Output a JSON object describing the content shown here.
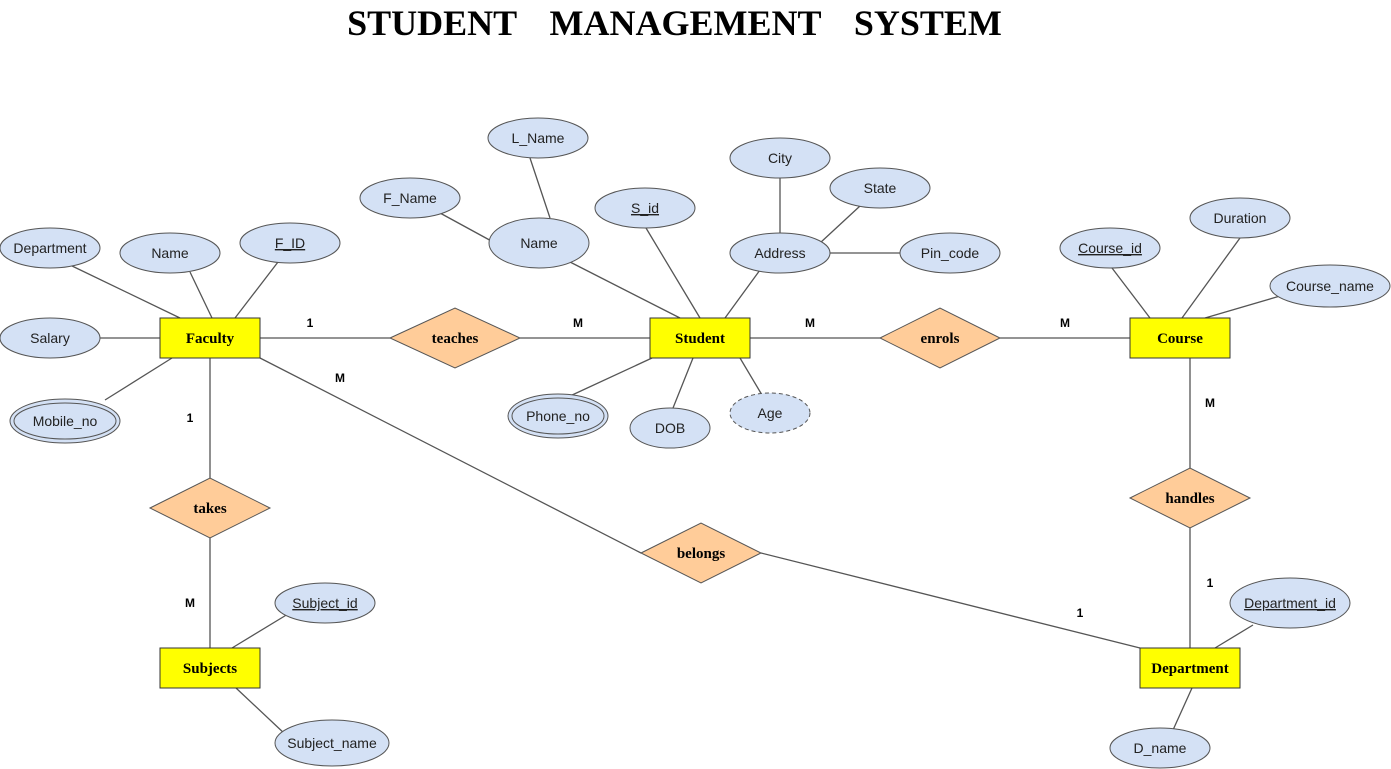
{
  "title": "STUDENT   MANAGEMENT   SYSTEM",
  "colors": {
    "entity_fill": "#ffff00",
    "relationship_fill": "#ffcc99",
    "attribute_fill": "#d4e1f5",
    "edge": "#555555"
  },
  "entities": {
    "faculty": "Faculty",
    "student": "Student",
    "course": "Course",
    "subjects": "Subjects",
    "department": "Department"
  },
  "relationships": {
    "teaches": "teaches",
    "enrols": "enrols",
    "takes": "takes",
    "belongs": "belongs",
    "handles": "handles"
  },
  "attributes": {
    "faculty_department": "Department",
    "faculty_name": "Name",
    "faculty_f_id": "F_ID",
    "faculty_salary": "Salary",
    "faculty_mobile_no": "Mobile_no",
    "student_l_name": "L_Name",
    "student_f_name": "F_Name",
    "student_name": "Name",
    "student_s_id": "S_id",
    "student_city": "City",
    "student_state": "State",
    "student_address": "Address",
    "student_pin_code": "Pin_code",
    "student_phone_no": "Phone_no",
    "student_dob": "DOB",
    "student_age": "Age",
    "course_course_id": "Course_id",
    "course_duration": "Duration",
    "course_course_name": "Course_name",
    "subject_subject_id": "Subject_id",
    "subject_subject_name": "Subject_name",
    "department_department_id": "Department_id",
    "department_d_name": "D_name"
  },
  "cardinalities": {
    "faculty_teaches": "1",
    "teaches_student": "M",
    "student_enrols": "M",
    "enrols_course": "M",
    "faculty_takes": "1",
    "takes_subjects": "M",
    "faculty_belongs": "M",
    "belongs_department": "1",
    "course_handles": "M",
    "handles_department": "1"
  }
}
